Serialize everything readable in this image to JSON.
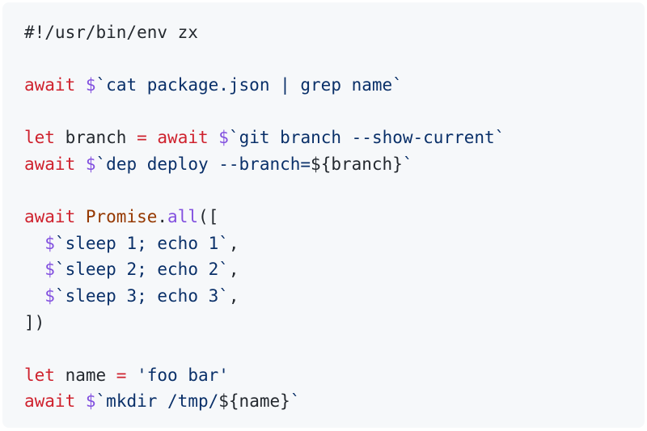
{
  "editor": {
    "language": "JavaScript (zx)",
    "background_color": "#f6f8fa",
    "colors": {
      "keyword": "#cf222e",
      "function": "#8250df",
      "class": "#953800",
      "string": "#0a3069",
      "plain": "#24292f"
    },
    "lines": [
      {
        "tokens": [
          {
            "t": "#!/usr/bin/env zx",
            "c": "pl"
          }
        ]
      },
      {
        "tokens": []
      },
      {
        "tokens": [
          {
            "t": "await",
            "c": "kw"
          },
          {
            "t": " ",
            "c": "pl"
          },
          {
            "t": "$",
            "c": "fn"
          },
          {
            "t": "`cat package.json | grep name`",
            "c": "str"
          }
        ]
      },
      {
        "tokens": []
      },
      {
        "tokens": [
          {
            "t": "let",
            "c": "kw"
          },
          {
            "t": " branch ",
            "c": "pl"
          },
          {
            "t": "=",
            "c": "op"
          },
          {
            "t": " ",
            "c": "pl"
          },
          {
            "t": "await",
            "c": "kw"
          },
          {
            "t": " ",
            "c": "pl"
          },
          {
            "t": "$",
            "c": "fn"
          },
          {
            "t": "`git branch --show-current`",
            "c": "str"
          }
        ]
      },
      {
        "tokens": [
          {
            "t": "await",
            "c": "kw"
          },
          {
            "t": " ",
            "c": "pl"
          },
          {
            "t": "$",
            "c": "fn"
          },
          {
            "t": "`dep deploy --branch=",
            "c": "str"
          },
          {
            "t": "${",
            "c": "pl"
          },
          {
            "t": "branch",
            "c": "pl"
          },
          {
            "t": "}",
            "c": "pl"
          },
          {
            "t": "`",
            "c": "str"
          }
        ]
      },
      {
        "tokens": []
      },
      {
        "tokens": [
          {
            "t": "await",
            "c": "kw"
          },
          {
            "t": " ",
            "c": "pl"
          },
          {
            "t": "Promise",
            "c": "cls"
          },
          {
            "t": ".",
            "c": "pl"
          },
          {
            "t": "all",
            "c": "fn"
          },
          {
            "t": "([",
            "c": "pl"
          }
        ]
      },
      {
        "tokens": [
          {
            "t": "  ",
            "c": "pl"
          },
          {
            "t": "$",
            "c": "fn"
          },
          {
            "t": "`sleep 1; echo 1`",
            "c": "str"
          },
          {
            "t": ",",
            "c": "pl"
          }
        ]
      },
      {
        "tokens": [
          {
            "t": "  ",
            "c": "pl"
          },
          {
            "t": "$",
            "c": "fn"
          },
          {
            "t": "`sleep 2; echo 2`",
            "c": "str"
          },
          {
            "t": ",",
            "c": "pl"
          }
        ]
      },
      {
        "tokens": [
          {
            "t": "  ",
            "c": "pl"
          },
          {
            "t": "$",
            "c": "fn"
          },
          {
            "t": "`sleep 3; echo 3`",
            "c": "str"
          },
          {
            "t": ",",
            "c": "pl"
          }
        ]
      },
      {
        "tokens": [
          {
            "t": "])",
            "c": "pl"
          }
        ]
      },
      {
        "tokens": []
      },
      {
        "tokens": [
          {
            "t": "let",
            "c": "kw"
          },
          {
            "t": " name ",
            "c": "pl"
          },
          {
            "t": "=",
            "c": "op"
          },
          {
            "t": " ",
            "c": "pl"
          },
          {
            "t": "'foo bar'",
            "c": "str"
          }
        ]
      },
      {
        "tokens": [
          {
            "t": "await",
            "c": "kw"
          },
          {
            "t": " ",
            "c": "pl"
          },
          {
            "t": "$",
            "c": "fn"
          },
          {
            "t": "`mkdir /tmp/",
            "c": "str"
          },
          {
            "t": "${",
            "c": "pl"
          },
          {
            "t": "name",
            "c": "pl"
          },
          {
            "t": "}",
            "c": "pl"
          },
          {
            "t": "`",
            "c": "str"
          }
        ]
      }
    ]
  }
}
